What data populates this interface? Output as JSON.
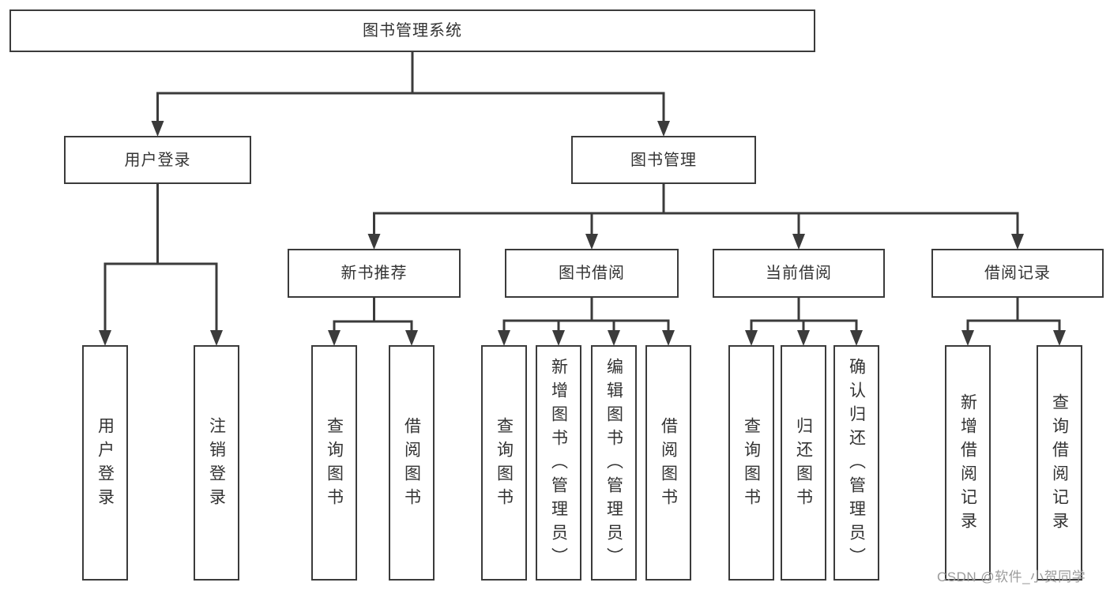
{
  "diagram": {
    "title": "图书管理系统",
    "watermark": "CSDN @软件_小贺同学",
    "colors": {
      "line": "#3b3b3b",
      "box_border": "#3b3b3b",
      "text": "#333333",
      "background": "#ffffff",
      "watermark": "#9b9b9b"
    },
    "nodes": [
      {
        "id": "root",
        "label": "图书管理系统",
        "level": 1
      },
      {
        "id": "user-login",
        "label": "用户登录",
        "level": 2
      },
      {
        "id": "book-management",
        "label": "图书管理",
        "level": 2
      },
      {
        "id": "new-book-recommendation",
        "label": "新书推荐",
        "level": 3
      },
      {
        "id": "book-borrowing",
        "label": "图书借阅",
        "level": 3
      },
      {
        "id": "current-borrowing",
        "label": "当前借阅",
        "level": 3
      },
      {
        "id": "borrowing-records",
        "label": "借阅记录",
        "level": 3
      },
      {
        "id": "leaf-user-login",
        "label": "用户登录",
        "level": 4
      },
      {
        "id": "leaf-logout",
        "label": "注销登录",
        "level": 4
      },
      {
        "id": "leaf-query-books-recommend",
        "label": "查询图书",
        "level": 4
      },
      {
        "id": "leaf-borrow-books-recommend",
        "label": "借阅图书",
        "level": 4
      },
      {
        "id": "leaf-query-books-borrow",
        "label": "查询图书",
        "level": 4
      },
      {
        "id": "leaf-add-book-admin",
        "label": "新增图书（管理员）",
        "level": 4
      },
      {
        "id": "leaf-edit-book-admin",
        "label": "编辑图书（管理员）",
        "level": 4
      },
      {
        "id": "leaf-borrow-books-borrow",
        "label": "借阅图书",
        "level": 4
      },
      {
        "id": "leaf-query-books-current",
        "label": "查询图书",
        "level": 4
      },
      {
        "id": "leaf-return-book",
        "label": "归还图书",
        "level": 4
      },
      {
        "id": "leaf-confirm-return-admin",
        "label": "确认归还（管理员）",
        "level": 4
      },
      {
        "id": "leaf-add-borrow-record",
        "label": "新增借阅记录",
        "level": 4
      },
      {
        "id": "leaf-query-borrow-record",
        "label": "查询借阅记录",
        "level": 4
      }
    ],
    "edges": [
      {
        "from": "root",
        "to": [
          "user-login",
          "book-management"
        ]
      },
      {
        "from": "user-login",
        "to": [
          "leaf-user-login",
          "leaf-logout"
        ]
      },
      {
        "from": "book-management",
        "to": [
          "new-book-recommendation",
          "book-borrowing",
          "current-borrowing",
          "borrowing-records"
        ]
      },
      {
        "from": "new-book-recommendation",
        "to": [
          "leaf-query-books-recommend",
          "leaf-borrow-books-recommend"
        ]
      },
      {
        "from": "book-borrowing",
        "to": [
          "leaf-query-books-borrow",
          "leaf-add-book-admin",
          "leaf-edit-book-admin",
          "leaf-borrow-books-borrow"
        ]
      },
      {
        "from": "current-borrowing",
        "to": [
          "leaf-query-books-current",
          "leaf-return-book",
          "leaf-confirm-return-admin"
        ]
      },
      {
        "from": "borrowing-records",
        "to": [
          "leaf-add-borrow-record",
          "leaf-query-borrow-record"
        ]
      }
    ]
  }
}
